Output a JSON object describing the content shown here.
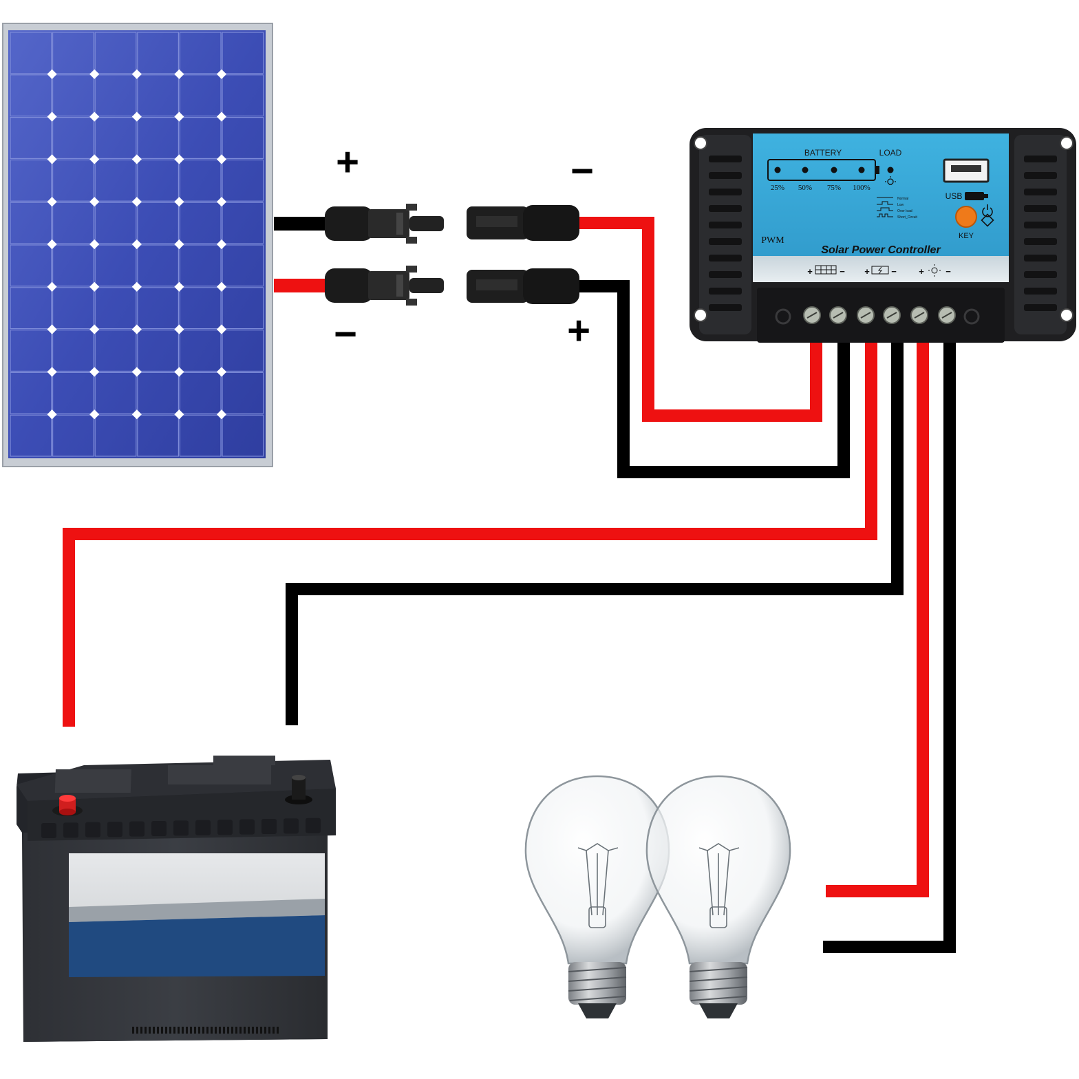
{
  "polarity": {
    "panel_pos_top": "+",
    "panel_neg_bottom": "−",
    "ctrl_neg_top": "−",
    "ctrl_pos_bottom": "+"
  },
  "controller": {
    "type_label": "PWM",
    "title": "Solar Power Controller",
    "battery_label": "BATTERY",
    "load_label": "LOAD",
    "levels": [
      "25%",
      "50%",
      "75%",
      "100%"
    ],
    "usb_label": "USB",
    "key_label": "KEY",
    "legend": [
      "Normal",
      "Low",
      "Over load",
      "Short_Circuit"
    ],
    "terminal_group_signs": [
      "+",
      "−",
      "+",
      "−",
      "+",
      "−"
    ]
  },
  "colors": {
    "positive_wire": "#ee1111",
    "negative_wire": "#000000",
    "panel_blue": "#3d4fb8",
    "controller_face": "#39a9d8",
    "key_button": "#ef7a1a",
    "battery_band": "#204a80"
  },
  "icons": [
    "solar-panel-icon",
    "battery-icon",
    "bulb-icon",
    "usb-icon",
    "sun-icon",
    "power-icon"
  ]
}
